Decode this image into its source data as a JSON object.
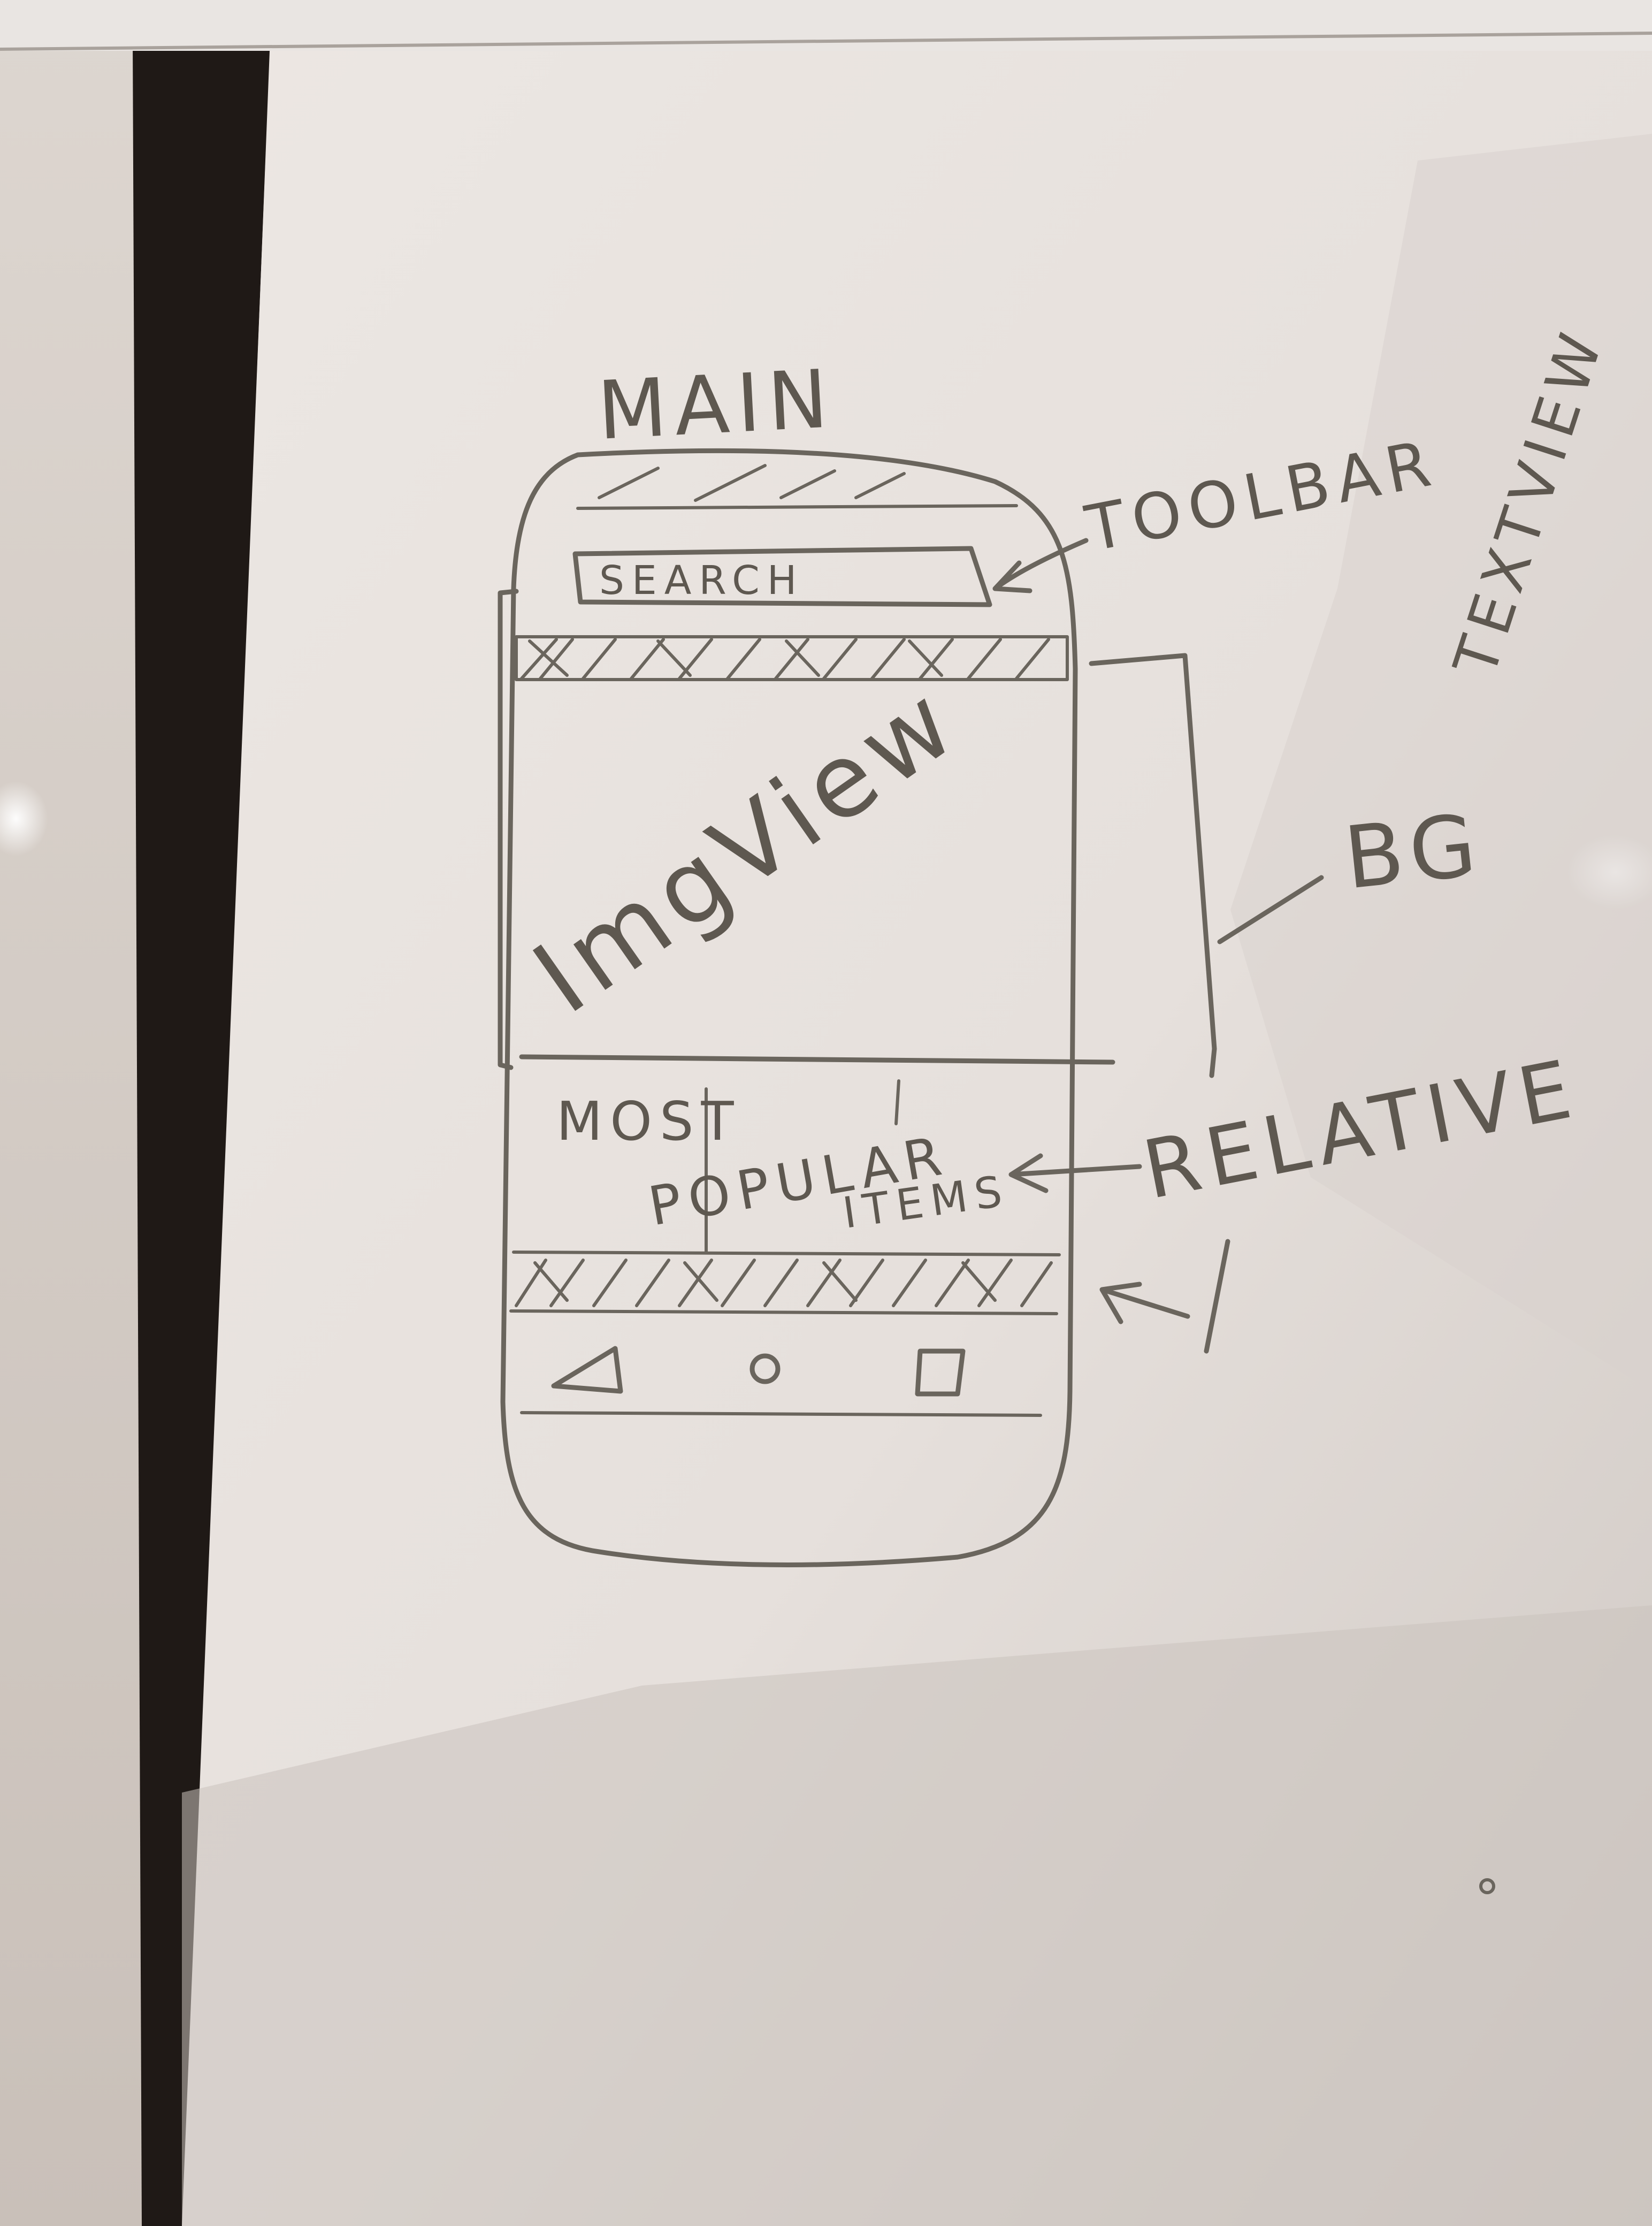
{
  "whiteboard": {
    "labels": {
      "main": "MAIN",
      "toolbar": "TOOLBAR",
      "textview": "TEXTVIEW",
      "bg": "BG",
      "relative": "RELATIVE"
    },
    "phone_sketch": {
      "search_box": "SEARCH",
      "image_area": "ImgView",
      "section_heading_line1": "MOST",
      "section_heading_line2": "POPULAR",
      "section_heading_line3": "ITEMS"
    }
  },
  "colors": {
    "whiteboard": "#e8e3df",
    "dark_frame": "#1f1916",
    "marker": "#5e5850",
    "hatch": "#7a756d"
  }
}
